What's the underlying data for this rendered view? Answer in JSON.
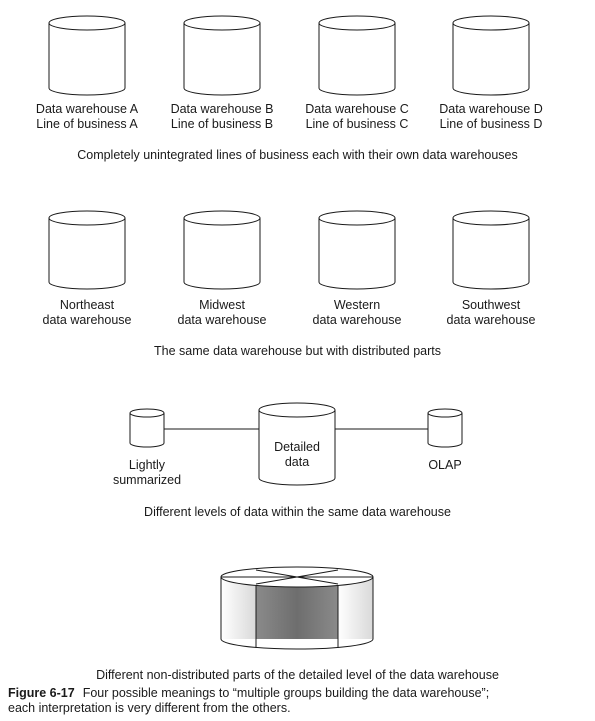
{
  "section1": {
    "warehouses": [
      {
        "line1": "Data warehouse A",
        "line2": "Line of business A"
      },
      {
        "line1": "Data warehouse B",
        "line2": "Line of business B"
      },
      {
        "line1": "Data warehouse C",
        "line2": "Line of business C"
      },
      {
        "line1": "Data warehouse D",
        "line2": "Line of business D"
      }
    ],
    "caption": "Completely unintegrated lines of business each with their own data warehouses"
  },
  "section2": {
    "warehouses": [
      {
        "line1": "Northeast",
        "line2": "data warehouse"
      },
      {
        "line1": "Midwest",
        "line2": "data warehouse"
      },
      {
        "line1": "Western",
        "line2": "data warehouse"
      },
      {
        "line1": "Southwest",
        "line2": "data warehouse"
      }
    ],
    "caption": "The same data warehouse but with distributed parts"
  },
  "section3": {
    "left": {
      "line1": "Lightly",
      "line2": "summarized"
    },
    "center": {
      "line1": "Detailed",
      "line2": "data"
    },
    "right": {
      "line1": "OLAP"
    },
    "caption": "Different levels of data within the same data warehouse"
  },
  "section4": {
    "caption": "Different non-distributed parts of the detailed level of the data warehouse"
  },
  "figure": {
    "number": "Figure 6-17",
    "text_line1": "Four possible meanings to “multiple groups building the data warehouse”;",
    "text_line2": "each interpretation is very different from the others."
  },
  "colors": {
    "stroke": "#1a1a1a",
    "cylinder_light": "#e6e6e6",
    "cylinder_mid": "#bdbdbd",
    "cylinder_dark": "#7a7a7a"
  }
}
